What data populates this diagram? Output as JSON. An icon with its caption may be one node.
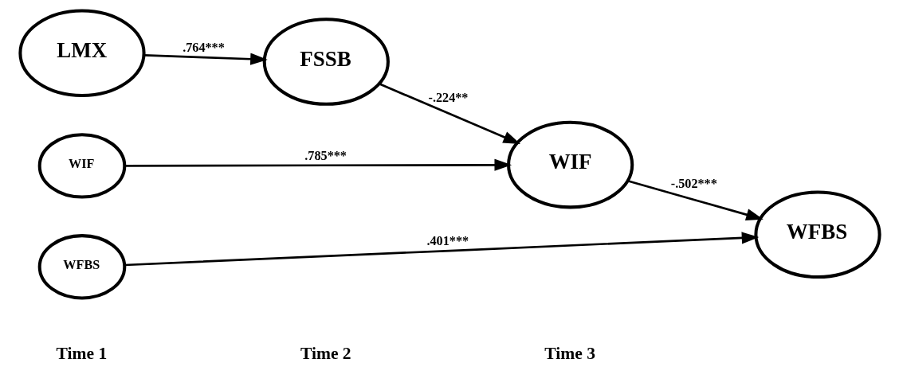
{
  "diagram": {
    "nodes": [
      {
        "text": [
          "WIF"
        ]
      },
      {
        "text": [
          "LMX"
        ]
      },
      {
        "text": [
          "FSSB"
        ]
      },
      {
        "text": [
          "WIF"
        ]
      },
      {
        "text": [
          "WFBS"
        ]
      },
      {
        "text": [
          "WFBS"
        ]
      }
    ],
    "edges": [
      {
        "from": 0,
        "to": 3,
        "arrow": "to",
        "label": ".785***"
      },
      {
        "from": 1,
        "to": 2,
        "arrow": "to",
        "label": ".764***"
      },
      {
        "from": 2,
        "to": 3,
        "arrow": "to",
        "label": "-.224**"
      },
      {
        "from": 3,
        "to": 4,
        "arrow": "to",
        "label": "-.502***"
      },
      {
        "from": 5,
        "to": 4,
        "arrow": "to",
        "label": ".401***"
      }
    ],
    "labels": [
      "Time 1",
      "Time 2",
      "Time 3"
    ]
  }
}
